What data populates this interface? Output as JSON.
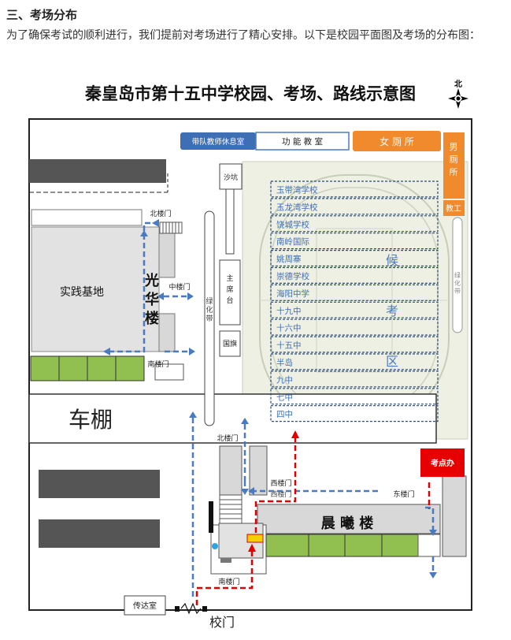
{
  "heading": "三、考场分布",
  "intro": "为了确保考试的顺利进行，我们提前对考场进行了精心安排。以下是校园平面图及考场的分布图：",
  "map": {
    "title": "秦皇岛市第十五中学校园、考场、路线示意图",
    "compass": "北",
    "labels": {
      "teacher_lounge": "带队教师休息室",
      "function_room": "功  能  教  室",
      "female_restroom": "女  厕  所",
      "male_restroom": "男厕所",
      "staff": "教工",
      "sandpit": "沙坑",
      "podium": "主席台",
      "flag": "国旗",
      "green_belt_left": "绿化带",
      "green_belt_right": "绿化带",
      "practice_base": "实践基地",
      "guanghua": "光华楼",
      "gh_north_door": "北楼门",
      "gh_middle_door": "中楼门",
      "gh_south_door": "南楼门",
      "bike_shed": "车棚",
      "chenxi": "晨 曦 楼",
      "cx_north_door": "北楼门",
      "cx_west_door": "西楼门",
      "cx_east_door": "东楼门",
      "cx_south_door": "南楼门",
      "exam_office": "考点办",
      "guard_room": "传达室",
      "gate": "校门",
      "waiting_area": "候 考 区"
    },
    "schools": [
      "玉带湾学校",
      "玉龙湾学校",
      "饶城学校",
      "南岭国际",
      "姚周寨",
      "崇德学校",
      "海阳中学",
      "十九中",
      "十六中",
      "十五中",
      "半岛",
      "九中",
      "七中",
      "四中"
    ]
  }
}
